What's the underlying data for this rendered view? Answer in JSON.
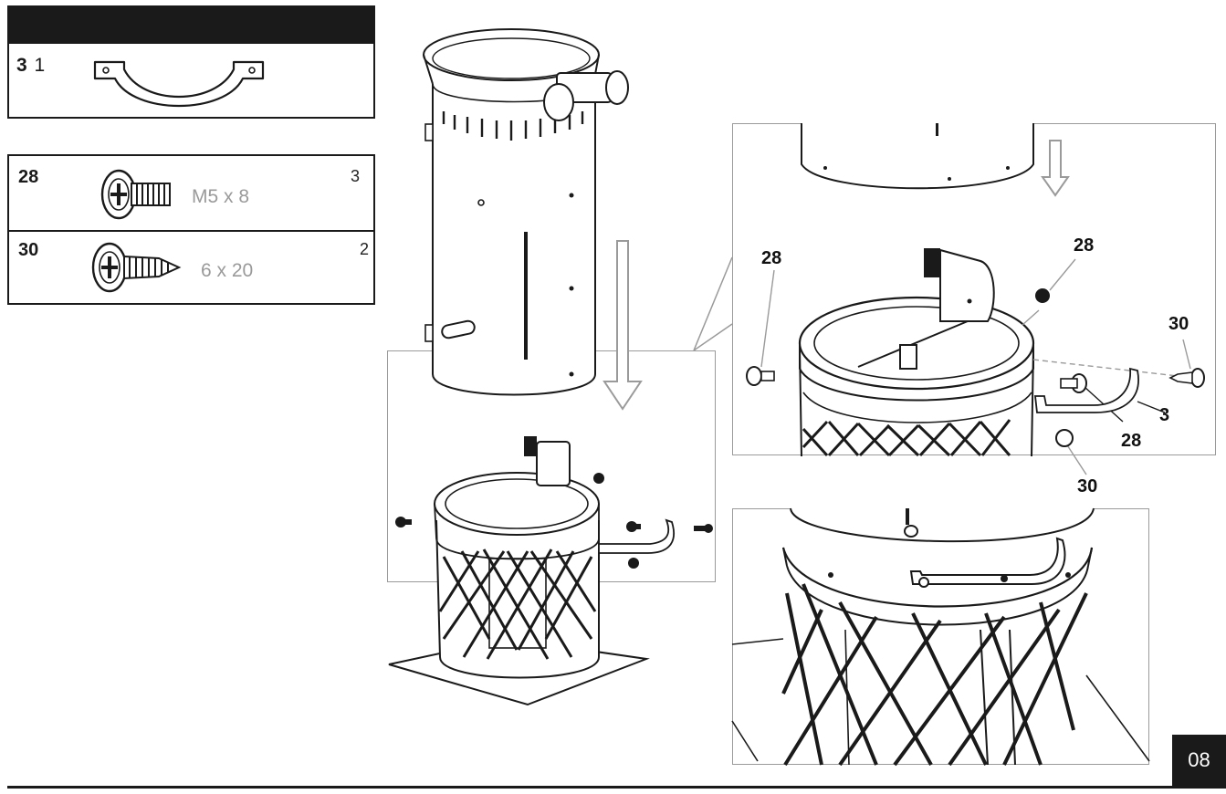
{
  "parts_top": {
    "part_number": "3",
    "quantity": "1",
    "icon": "u-bracket-icon"
  },
  "hardware": [
    {
      "part_number": "28",
      "size": "M5 x 8",
      "quantity": "3",
      "icon": "machine-screw-icon"
    },
    {
      "part_number": "30",
      "size": "6 x 20",
      "quantity": "2",
      "icon": "tapping-screw-icon"
    }
  ],
  "callouts": {
    "left_28": "28",
    "top_28": "28",
    "right_30": "30",
    "bracket_3": "3",
    "lower_28": "28",
    "lower_30": "30"
  },
  "page": {
    "number": "08"
  },
  "colors": {
    "ink": "#1a1a1a",
    "spec_gray": "#9a9a9a",
    "frame": "#9a9a9a"
  }
}
